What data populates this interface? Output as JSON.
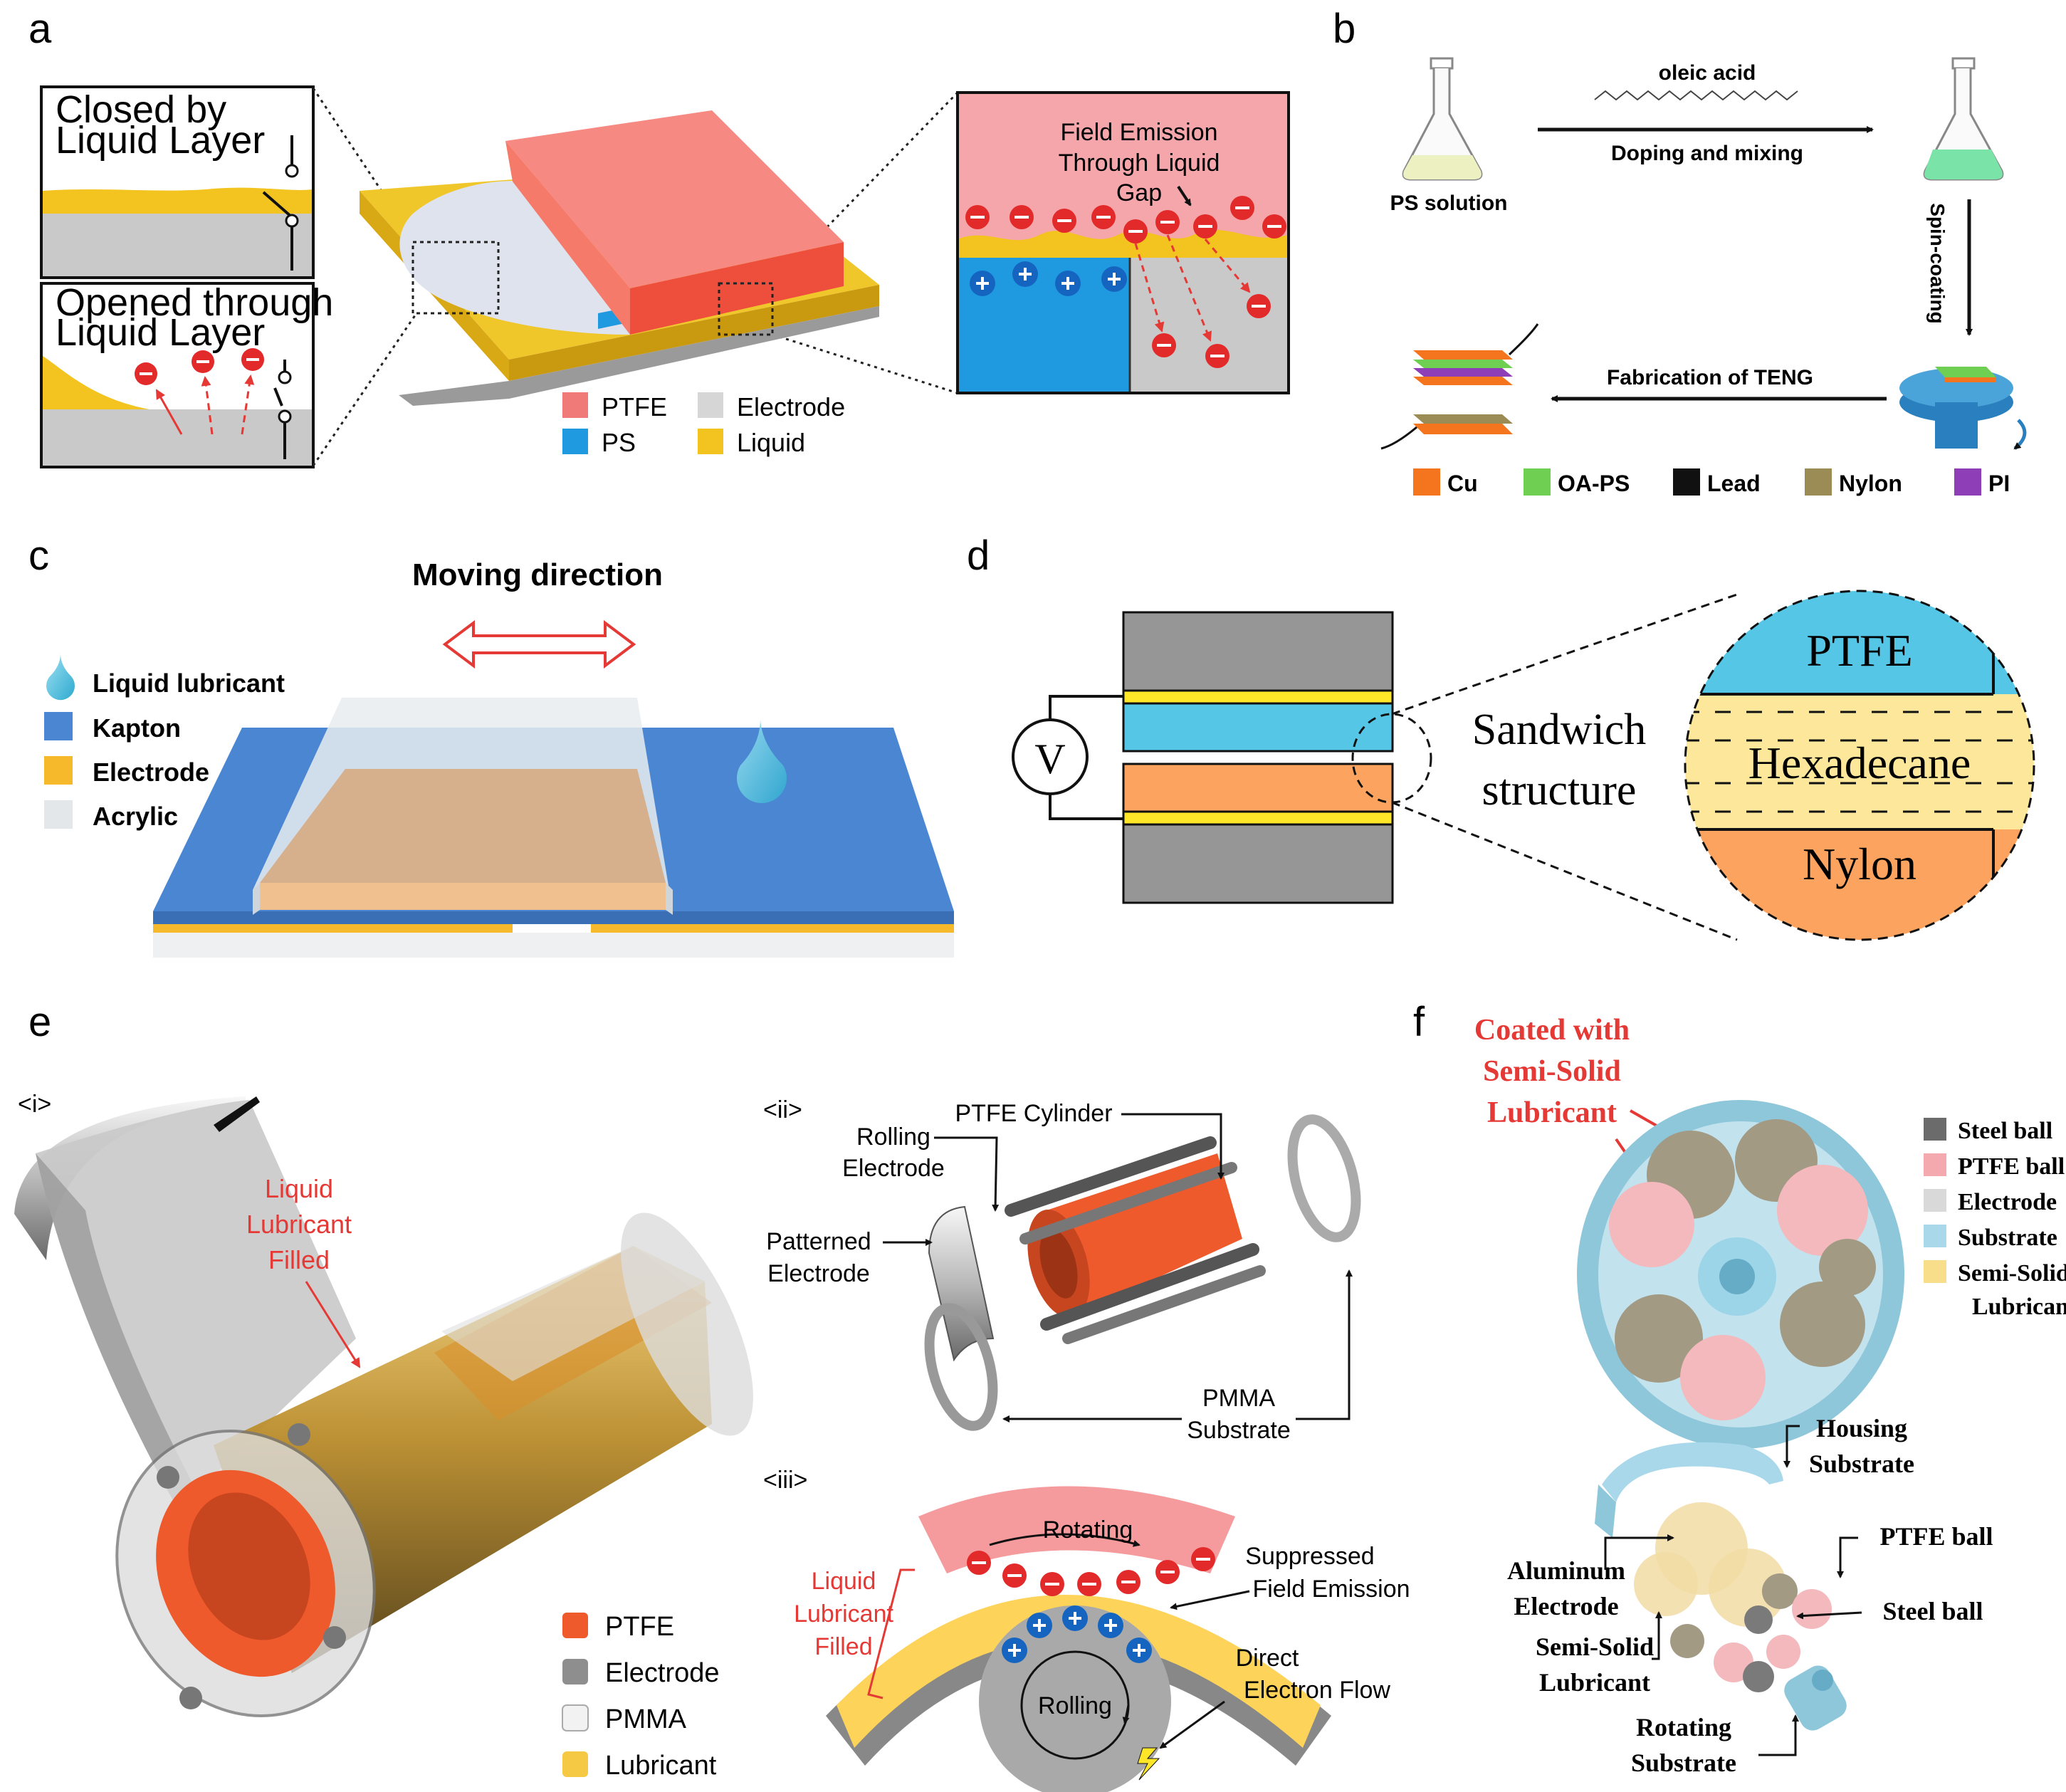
{
  "panels": {
    "a": {
      "letter": "a",
      "inset_closed": [
        "Closed by",
        "Liquid Layer"
      ],
      "inset_opened": [
        "Opened through",
        "Liquid Layer"
      ],
      "field_emission": [
        "Field Emission",
        "Through Liquid",
        "Gap"
      ],
      "legend": [
        {
          "label": "PTFE",
          "color": "#f07a78"
        },
        {
          "label": "Electrode",
          "color": "#d6d6d6"
        },
        {
          "label": "PS",
          "color": "#1f9ae0"
        },
        {
          "label": "Liquid",
          "color": "#f3c31f"
        }
      ]
    },
    "b": {
      "letter": "b",
      "oleic_acid": "oleic acid",
      "doping": "Doping and mixing",
      "ps_solution": "PS solution",
      "spin_coating": "Spin-coating",
      "fabrication": "Fabrication  of  TENG",
      "legend": [
        {
          "label": "Cu",
          "color": "#f5751f"
        },
        {
          "label": "OA-PS",
          "color": "#6fcf53"
        },
        {
          "label": "Lead",
          "color": "#111111"
        },
        {
          "label": "Nylon",
          "color": "#9b8b55"
        },
        {
          "label": "PI",
          "color": "#8e3fb8"
        }
      ]
    },
    "c": {
      "letter": "c",
      "moving_direction": "Moving direction",
      "legend": [
        {
          "label": "Liquid lubricant",
          "color": "#3fb7d9"
        },
        {
          "label": "Kapton",
          "color": "#4a86d1"
        },
        {
          "label": "Electrode",
          "color": "#f6b92b"
        },
        {
          "label": "Acrylic",
          "color": "#e3e7ea"
        }
      ]
    },
    "d": {
      "letter": "d",
      "voltmeter": "V",
      "caption": [
        "Sandwich",
        "structure"
      ],
      "layers": [
        "PTFE",
        "Hexadecane",
        "Nylon"
      ]
    },
    "e": {
      "letter": "e",
      "sub_i": "<i>",
      "sub_ii": "<ii>",
      "sub_iii": "<iii>",
      "liquid_filled": [
        "Liquid",
        "Lubricant",
        "Filled"
      ],
      "rolling_electrode": [
        "Rolling",
        "Electrode"
      ],
      "ptfe_cylinder": "PTFE Cylinder",
      "patterned_electrode": [
        "Patterned",
        "Electrode"
      ],
      "pmma_substrate": [
        "PMMA",
        "Substrate"
      ],
      "rotating": "Rotating",
      "suppressed": [
        "Suppressed",
        "Field Emission"
      ],
      "direct_flow": [
        "Direct",
        "Electron Flow"
      ],
      "rolling": "Rolling",
      "iii_liquid_filled": [
        "Liquid",
        "Lubricant",
        "Filled"
      ],
      "legend": [
        {
          "label": "PTFE",
          "color": "#ef5a2c"
        },
        {
          "label": "Electrode",
          "color": "#8e8e8e"
        },
        {
          "label": "PMMA",
          "color": "#f2f2f2"
        },
        {
          "label": "Lubricant",
          "color": "#f6c945"
        }
      ]
    },
    "f": {
      "letter": "f",
      "coated": [
        "Coated with",
        "Semi-Solid",
        "Lubricant"
      ],
      "housing": [
        "Housing",
        "Substrate"
      ],
      "ptfe_ball": "PTFE ball",
      "aluminum": [
        "Aluminum",
        "Electrode"
      ],
      "steel_ball": "Steel ball",
      "semi_solid": [
        "Semi-Solid",
        "Lubricant"
      ],
      "rotating_substrate": [
        "Rotating",
        "Substrate"
      ],
      "legend": [
        {
          "label": "Steel ball",
          "color": "#6b6b6b"
        },
        {
          "label": "PTFE ball",
          "color": "#f3a9ae"
        },
        {
          "label": "Electrode",
          "color": "#d9d9d9"
        },
        {
          "label": "Substrate",
          "color": "#a9d8ea"
        },
        {
          "label": "Semi-Solid",
          "label2": "Lubricant",
          "color": "#f8dd8a"
        }
      ]
    }
  }
}
